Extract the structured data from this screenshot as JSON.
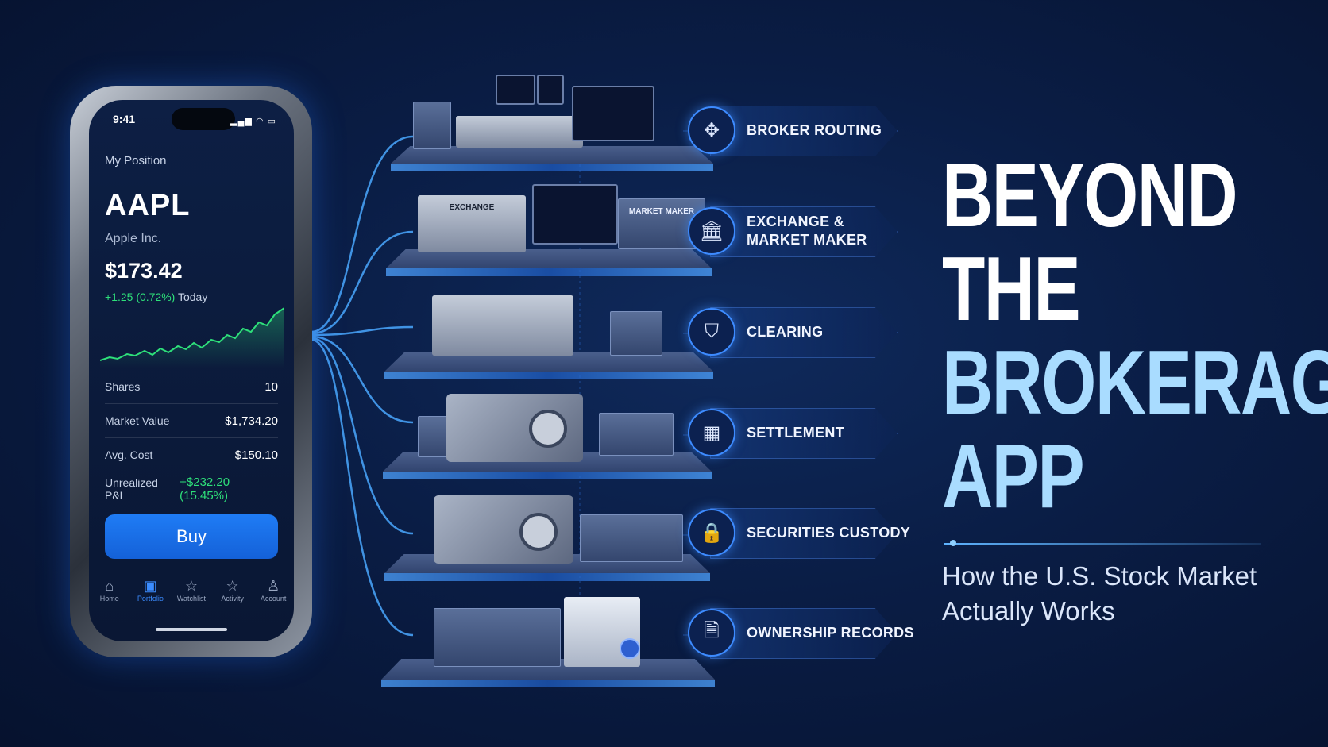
{
  "phone": {
    "status_time": "9:41",
    "section_label": "My Position",
    "ticker": "AAPL",
    "company": "Apple Inc.",
    "price": "$173.42",
    "change": "+1.25 (0.72%)",
    "change_period": "Today",
    "rows": [
      {
        "label": "Shares",
        "value": "10"
      },
      {
        "label": "Market Value",
        "value": "$1,734.20"
      },
      {
        "label": "Avg. Cost",
        "value": "$150.10"
      },
      {
        "label": "Unrealized P&L",
        "value": "+$232.20 (15.45%)"
      }
    ],
    "buy_label": "Buy",
    "nav": [
      {
        "label": "Home",
        "icon": "home-icon"
      },
      {
        "label": "Portfolio",
        "icon": "portfolio-icon"
      },
      {
        "label": "Watchlist",
        "icon": "star-icon"
      },
      {
        "label": "Activity",
        "icon": "star-icon"
      },
      {
        "label": "Account",
        "icon": "person-icon"
      }
    ],
    "accent_color": "#1f7cf5",
    "positive_color": "#2ee07a"
  },
  "stack": {
    "exchange_sign": "EXCHANGE",
    "market_maker_sign": "MARKET MAKER",
    "layers": [
      {
        "label": "BROKER ROUTING",
        "icon": "arrows-cross-icon"
      },
      {
        "label": "EXCHANGE &\nMARKET MAKER",
        "icon": "bank-icon"
      },
      {
        "label": "CLEARING",
        "icon": "shield-check-icon"
      },
      {
        "label": "SETTLEMENT",
        "icon": "calendar-icon"
      },
      {
        "label": "SECURITIES CUSTODY",
        "icon": "lock-icon"
      },
      {
        "label": "OWNERSHIP RECORDS",
        "icon": "document-icon"
      }
    ]
  },
  "headline": {
    "line1": "BEYOND",
    "line2": "THE",
    "line3": "BROKERAGE",
    "line4": "APP",
    "subtitle": "How the U.S. Stock Market Actually Works"
  }
}
